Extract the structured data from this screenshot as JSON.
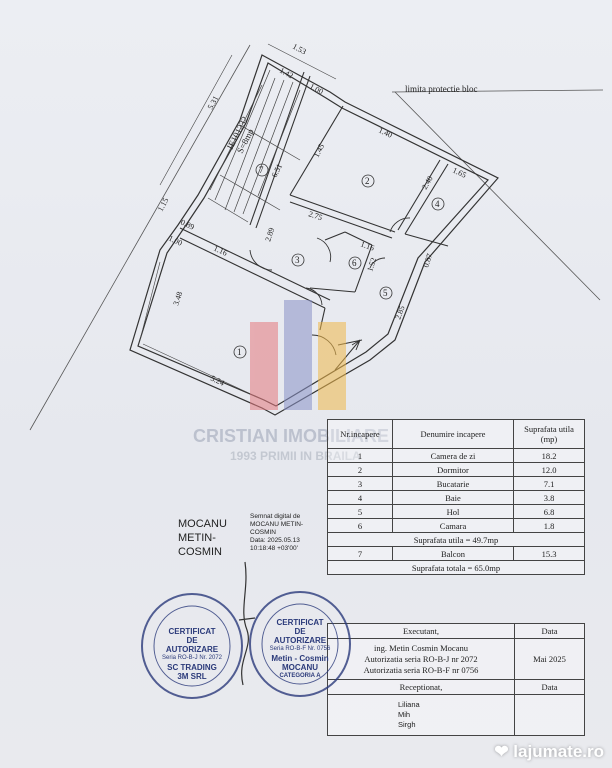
{
  "plan": {
    "note_limit": "limita protectie bloc",
    "balcony_code": "IE101232",
    "balcony_area": "S=8mp",
    "rooms": [
      "1",
      "2",
      "3",
      "4",
      "5",
      "6",
      "7"
    ],
    "dims": [
      "1.53",
      "1.42",
      "1.00",
      "5.31",
      "1.15",
      "0.89",
      "1.00",
      "1.16",
      "3.48",
      "5.24",
      "1.40",
      "1.45",
      "6.51",
      "1.65",
      "2.40",
      "2.75",
      "2.89",
      "1.16",
      "1.52",
      "0.87",
      "2.85"
    ]
  },
  "watermark": {
    "line1": "CRISTIAN IMOBILIARE",
    "line2": "1993 PRIMII IN BRAILA"
  },
  "rooms_table": {
    "header": {
      "nr": "Nr.incapere",
      "name": "Denumire incapere",
      "area": "Suprafata utila (mp)"
    },
    "rows": [
      {
        "nr": "1",
        "name": "Camera de zi",
        "area": "18.2"
      },
      {
        "nr": "2",
        "name": "Dormitor",
        "area": "12.0"
      },
      {
        "nr": "3",
        "name": "Bucatarie",
        "area": "7.1"
      },
      {
        "nr": "4",
        "name": "Baie",
        "area": "3.8"
      },
      {
        "nr": "5",
        "name": "Hol",
        "area": "6.8"
      },
      {
        "nr": "6",
        "name": "Camara",
        "area": "1.8"
      }
    ],
    "useful_total": "Suprafata utila = 49.7mp",
    "balcony": {
      "nr": "7",
      "name": "Balcon",
      "area": "15.3"
    },
    "grand_total": "Suprafata totala = 65.0mp"
  },
  "sign_table": {
    "executant_label": "Executant,",
    "data_label": "Data",
    "executant_lines": [
      "ing. Metin Cosmin Mocanu",
      "Autorizatia seria RO-B-J nr 2072",
      "Autorizatia seria RO-B-F nr 0756"
    ],
    "date": "Mai 2025",
    "receptionat_label": "Receptionat,",
    "data_label2": "Data",
    "receiver": [
      "Liliana",
      "Mih",
      "Sirgh"
    ]
  },
  "signature": {
    "name": [
      "MOCANU",
      "METIN-",
      "COSMIN"
    ],
    "digital": [
      "Semnat digital de",
      "MOCANU METIN-",
      "COSMIN",
      "Data: 2025.05.13",
      "10:18:48 +03'00'"
    ]
  },
  "stamp_left": {
    "lines": [
      "CERTIFICAT",
      "DE",
      "AUTORIZARE",
      "Seria RO-B-J Nr. 2072",
      "SC TRADING",
      "3M SRL"
    ]
  },
  "stamp_right": {
    "lines": [
      "CERTIFICAT",
      "DE",
      "AUTORIZARE",
      "Seria RO-B-F Nr. 0756",
      "Metin - Cosmin",
      "MOCANU",
      "CATEGORIA A"
    ]
  },
  "brand": {
    "text": "lajumate.ro"
  }
}
